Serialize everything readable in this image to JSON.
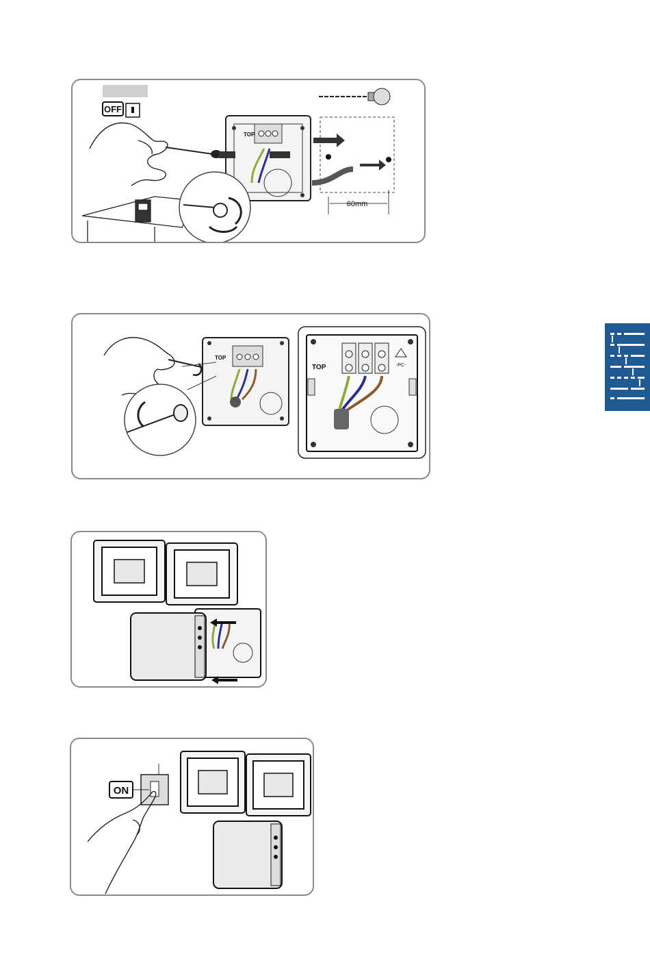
{
  "page": {
    "side_tab": {
      "icon": "language-index-icon",
      "color": "#1f5a93"
    }
  },
  "step1": {
    "switch_label": "OFF",
    "box_label": "TOP",
    "distance_label": "60mm",
    "icons": [
      "hand-icon",
      "screwdriver-icon",
      "mounting-box-icon",
      "drill-bit-icon",
      "wall-plug-icon",
      "screw-detail-icon",
      "fuse-box-icon"
    ]
  },
  "step2": {
    "box_label": "TOP",
    "detail_label": "TOP",
    "terminal_mark": "-PC-",
    "icons": [
      "hand-icon",
      "screwdriver-icon",
      "mounting-box-icon",
      "terminal-block-icon",
      "cable-gland-detail-icon"
    ]
  },
  "step3": {
    "icons": [
      "floodlight-icon",
      "sensor-unit-icon",
      "slide-arrow-icon"
    ]
  },
  "step4": {
    "switch_label": "ON",
    "icons": [
      "hand-pressing-switch-icon",
      "wall-switch-icon",
      "floodlight-icon",
      "sensor-unit-icon"
    ]
  },
  "colors": {
    "panel_border": "#8a8a8a",
    "wire_earth": "#8cab3a",
    "wire_neutral": "#2b2f8f",
    "wire_live": "#8a5a2e",
    "accent": "#1f5a93"
  }
}
